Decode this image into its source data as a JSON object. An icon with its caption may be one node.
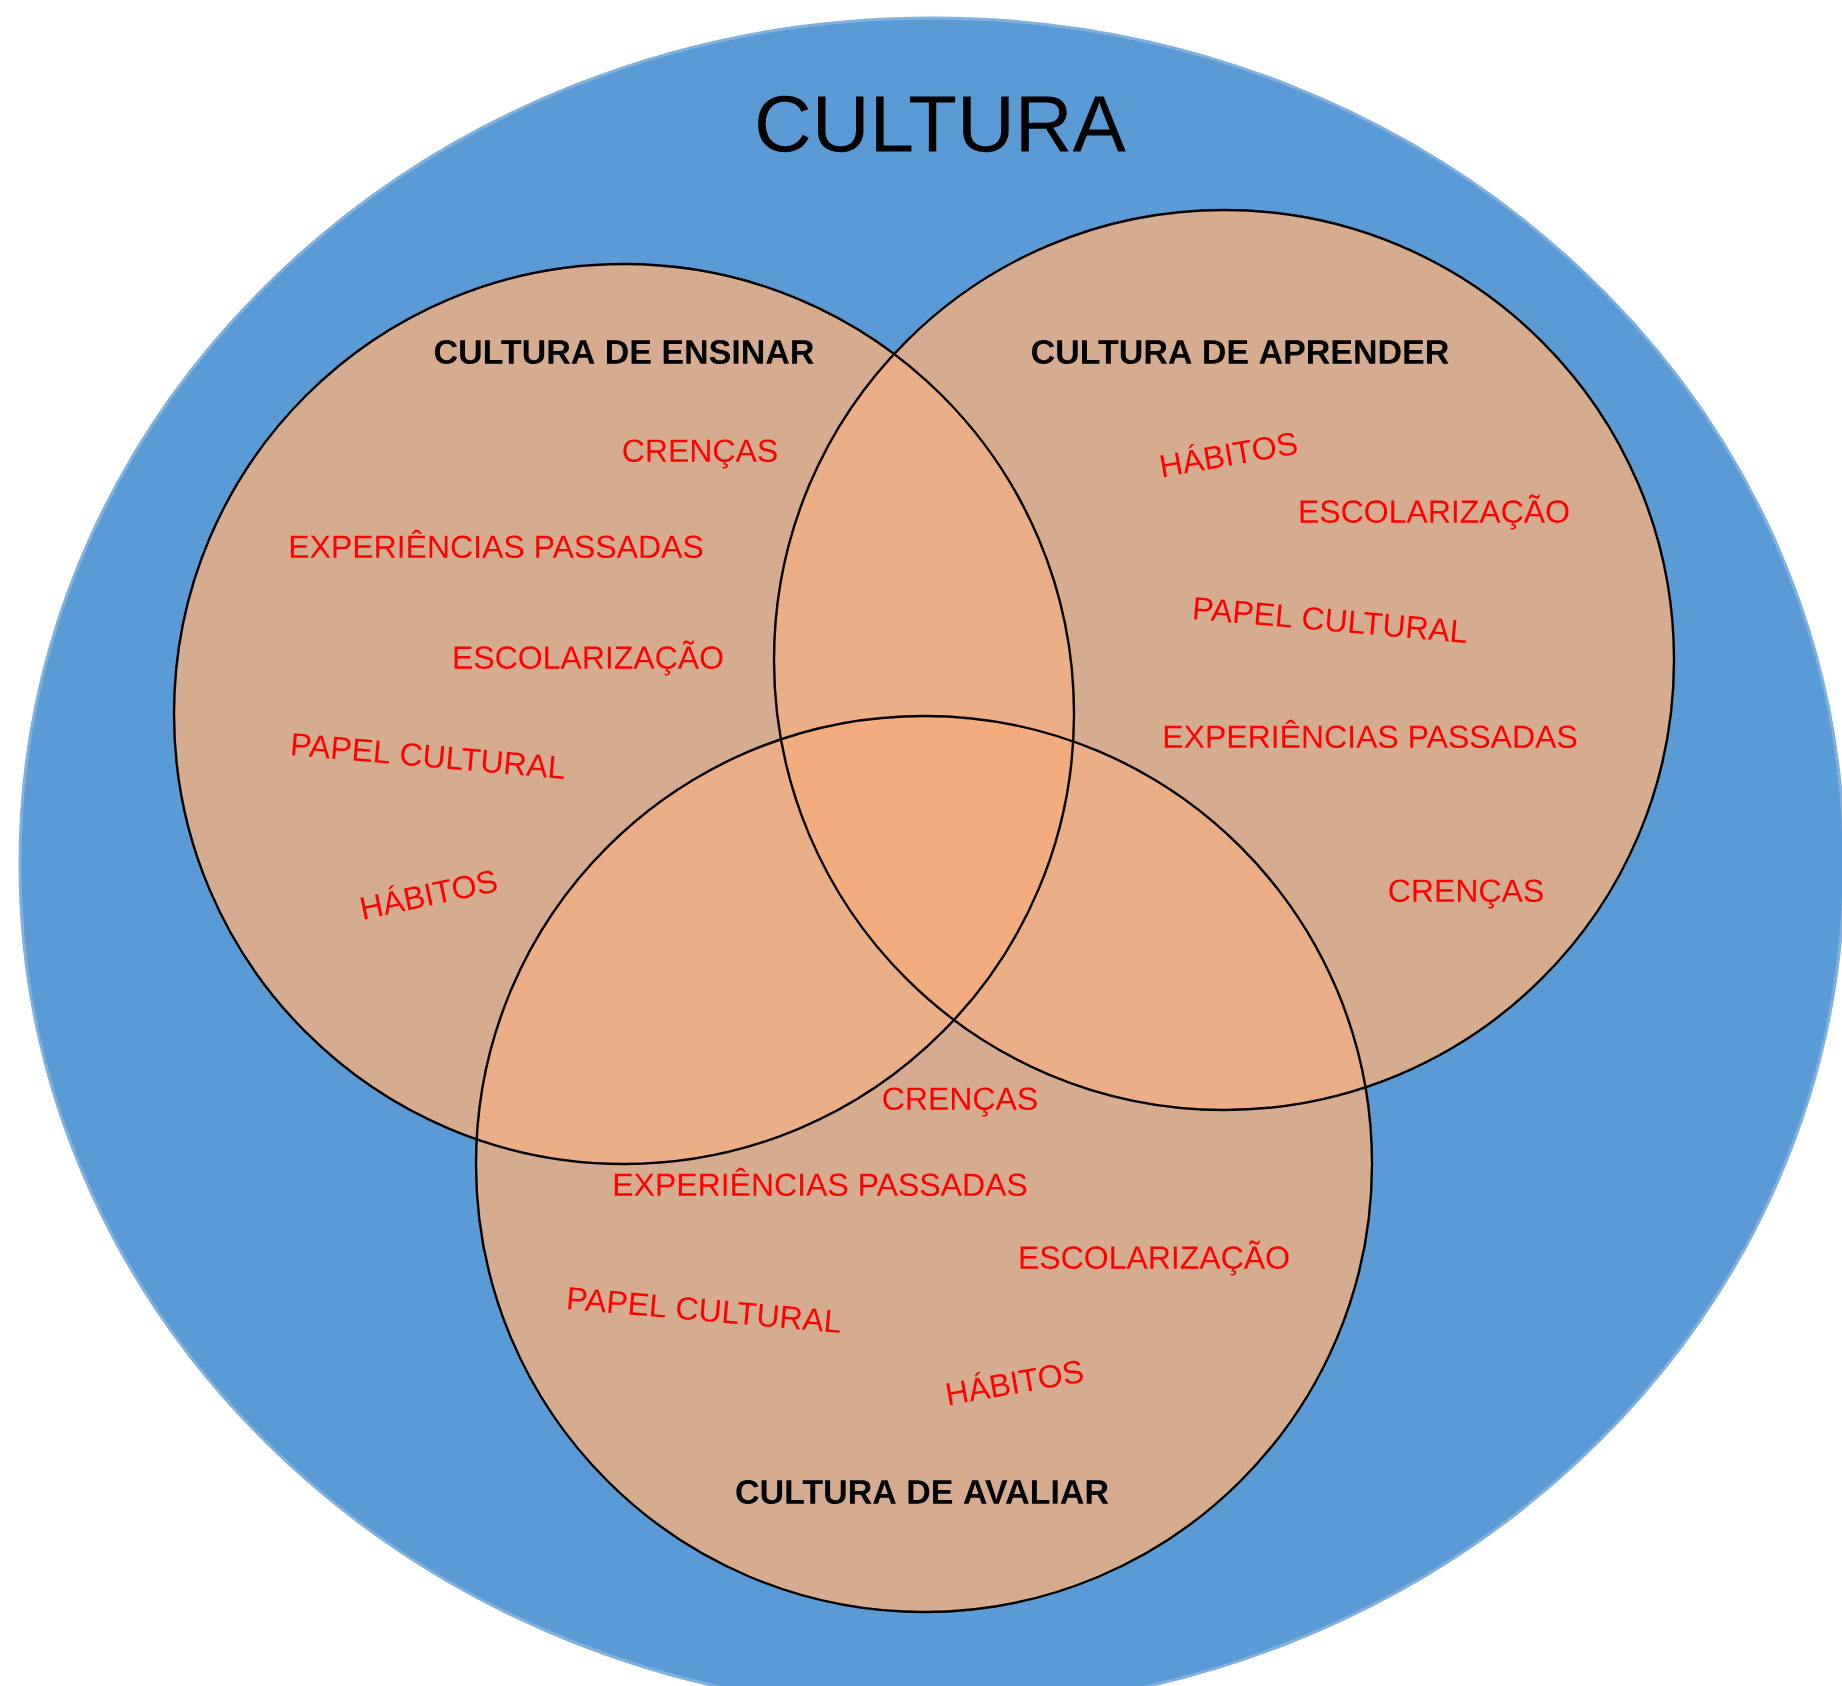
{
  "diagram": {
    "nodes": [
      {
        "text": [
          "CULTURA"
        ]
      },
      {
        "text": [
          "CULTURA DE ENSINAR",
          "CRENÇAS",
          "EXPERIÊNCIAS PASSADAS",
          "ESCOLARIZAÇÃO",
          "PAPEL CULTURAL",
          "HÁBITOS"
        ],
        "in": 0
      },
      {
        "text": [
          "CULTURA DE APRENDER",
          "HÁBITOS",
          "ESCOLARIZAÇÃO",
          "PAPEL CULTURAL",
          "EXPERIÊNCIAS PASSADAS",
          "CRENÇAS"
        ],
        "in": 0
      },
      {
        "text": [
          "CRENÇAS",
          "EXPERIÊNCIAS PASSADAS",
          "ESCOLARIZAÇÃO",
          "PAPEL CULTURAL",
          "HÁBITOS",
          "CULTURA DE AVALIAR"
        ],
        "in": 0
      }
    ]
  }
}
